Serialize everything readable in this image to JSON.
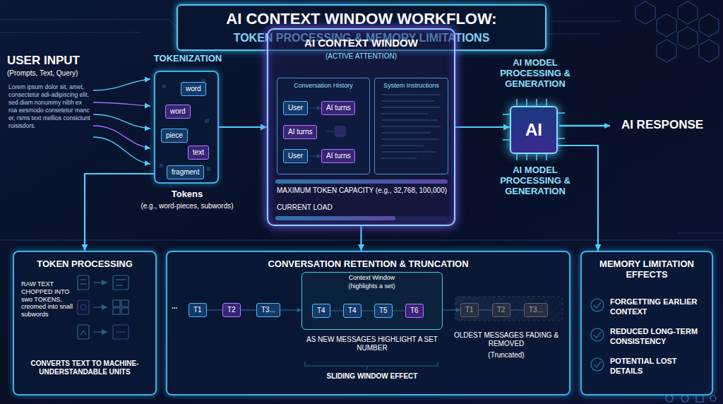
{
  "diagram": {
    "nodes": [
      {
        "text": [
          "AI CONTEXT WINDOW WORKFLOW:",
          "TOKEN PROCESSING & MEMORY LIMITATIONS"
        ]
      },
      {
        "text": [
          "TOKENIZATION"
        ]
      },
      {
        "text": [
          "word"
        ],
        "in": 1
      },
      {
        "text": [
          "word"
        ],
        "in": 1
      },
      {
        "text": [
          "piece"
        ],
        "in": 1
      },
      {
        "text": [
          "text"
        ],
        "in": 1
      },
      {
        "text": [
          "fragment"
        ],
        "in": 1
      },
      {
        "text": [
          "AI CONTEXT WINDOW",
          "(ACTIVE ATTENTION)",
          "MAXIMUM TOKEN CAPACITY (e.g., 32,768, 100,000)",
          "CURRENT LOAD"
        ]
      },
      {
        "text": [
          "Conversation History"
        ],
        "in": 7
      },
      {
        "text": [
          "User"
        ],
        "in": 8
      },
      {
        "text": [
          "AI turns"
        ],
        "in": 8
      },
      {
        "text": [
          "AI turns"
        ],
        "in": 8
      },
      {
        "text": [
          "User"
        ],
        "in": 8
      },
      {
        "text": [
          "AI turns"
        ],
        "in": 8
      },
      {
        "text": [
          "System Instructions"
        ],
        "in": 7
      },
      {
        "text": [
          "AI MODEL PROCESSING & GENERATION",
          "AI",
          "AI MODEL PROCESSING & GENERATION"
        ]
      },
      {
        "text": [
          "TOKEN PROCESSING",
          "RAW TEXT CHOPPED INTO swo TOKENS, creomed into snall subwords",
          "CONVERTS TEXT TO MACHINE-UNDERSTANDABLE UNITS"
        ]
      },
      {
        "text": [
          "CONVERSATION RETENTION & TRUNCATION",
          "AS NEW MESSAGES HIGHLIGHT A SET NUMBER",
          "SLIDING WINDOW EFFECT",
          "OLDEST MESSAGES FADING & REMOVED",
          "(Truncated)"
        ]
      },
      {
        "text": [
          "T1"
        ],
        "in": 17
      },
      {
        "text": [
          "T2"
        ],
        "in": 17
      },
      {
        "text": [
          "T3..."
        ],
        "in": 17
      },
      {
        "text": [
          "Context Window",
          "(highlights a set)"
        ],
        "in": 17
      },
      {
        "text": [
          "T4"
        ],
        "in": 21
      },
      {
        "text": [
          "T4"
        ],
        "in": 21
      },
      {
        "text": [
          "T5"
        ],
        "in": 21
      },
      {
        "text": [
          "T6"
        ],
        "in": 21
      },
      {
        "text": [
          "T1"
        ],
        "in": 17
      },
      {
        "text": [
          "T2"
        ],
        "in": 17
      },
      {
        "text": [
          "T3..."
        ],
        "in": 17
      },
      {
        "text": [
          "MEMORY LIMITATION EFFECTS",
          "FORGETTING EARLIER CONTEXT",
          "REDUCED LONG-TERM CONSISTENCY",
          "POTENTIAL LOST DETAILS"
        ]
      }
    ],
    "edges": [
      {
        "from": 1,
        "to": 7,
        "arrow": "to"
      },
      {
        "from": 7,
        "to": 15,
        "arrow": "to"
      },
      {
        "from": 1,
        "to": 16,
        "arrow": "to"
      },
      {
        "from": 7,
        "to": 17,
        "arrow": "to"
      },
      {
        "from": 15,
        "to": 29,
        "arrow": "to"
      },
      {
        "from": 9,
        "to": 10,
        "arrow": "to"
      },
      {
        "from": 12,
        "to": 13,
        "arrow": "to"
      },
      {
        "from": 18,
        "to": 19,
        "arrow": "none"
      },
      {
        "from": 19,
        "to": 20,
        "arrow": "none"
      },
      {
        "from": 20,
        "to": 21,
        "arrow": "to"
      },
      {
        "from": 22,
        "to": 23,
        "arrow": "none"
      },
      {
        "from": 23,
        "to": 24,
        "arrow": "none"
      },
      {
        "from": 24,
        "to": 25,
        "arrow": "none"
      },
      {
        "from": 21,
        "to": 26,
        "arrow": "to"
      },
      {
        "from": 26,
        "to": 27,
        "arrow": "none"
      },
      {
        "from": 27,
        "to": 28,
        "arrow": "none"
      }
    ],
    "labels": [
      "USER INPUT",
      "(Prompts, Text, Query)",
      "Lorem ipsum dolor sit, amet, consectetur adi-adipiscing elit, sed diam nonummy nibh ex roa eesmodo consetetur manc er, rsms text mellios consictunt roisisdors.",
      "Tokens",
      "(e.g., word-pieces, subwords)",
      "AI RESPONSE",
      "..."
    ]
  }
}
